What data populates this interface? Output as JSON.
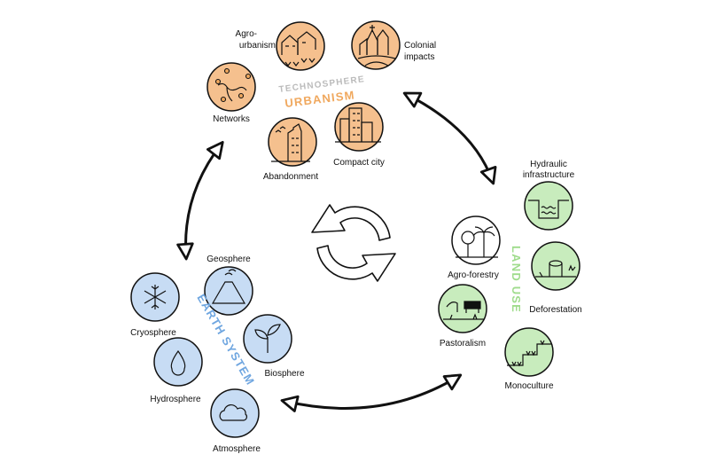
{
  "colors": {
    "urbanism": "#f5c08e",
    "urbanism_text": "#f0a85e",
    "land_use": "#c8ecbd",
    "land_use_text": "#9fdc8c",
    "earth_system": "#c7dcf4",
    "earth_system_text": "#6fa6e0",
    "stroke": "#111111"
  },
  "groups": {
    "technosphere": "TECHNOSPHERE",
    "urbanism": "URBANISM",
    "land_use": "LAND USE",
    "earth_system": "EARTH SYSTEM"
  },
  "urbanism_nodes": {
    "agro_urbanism_1": "Agro-",
    "agro_urbanism_2": "urbanism",
    "colonial_1": "Colonial",
    "colonial_2": "impacts",
    "networks": "Networks",
    "abandonment": "Abandonment",
    "compact_city": "Compact city"
  },
  "land_use_nodes": {
    "hydraulic_1": "Hydraulic",
    "hydraulic_2": "infrastructure",
    "agro_forestry": "Agro-forestry",
    "deforestation": "Deforestation",
    "pastoralism": "Pastoralism",
    "monoculture": "Monoculture"
  },
  "earth_nodes": {
    "geosphere": "Geosphere",
    "cryosphere": "Cryosphere",
    "biosphere": "Biosphere",
    "hydrosphere": "Hydrosphere",
    "atmosphere": "Atmosphere"
  }
}
